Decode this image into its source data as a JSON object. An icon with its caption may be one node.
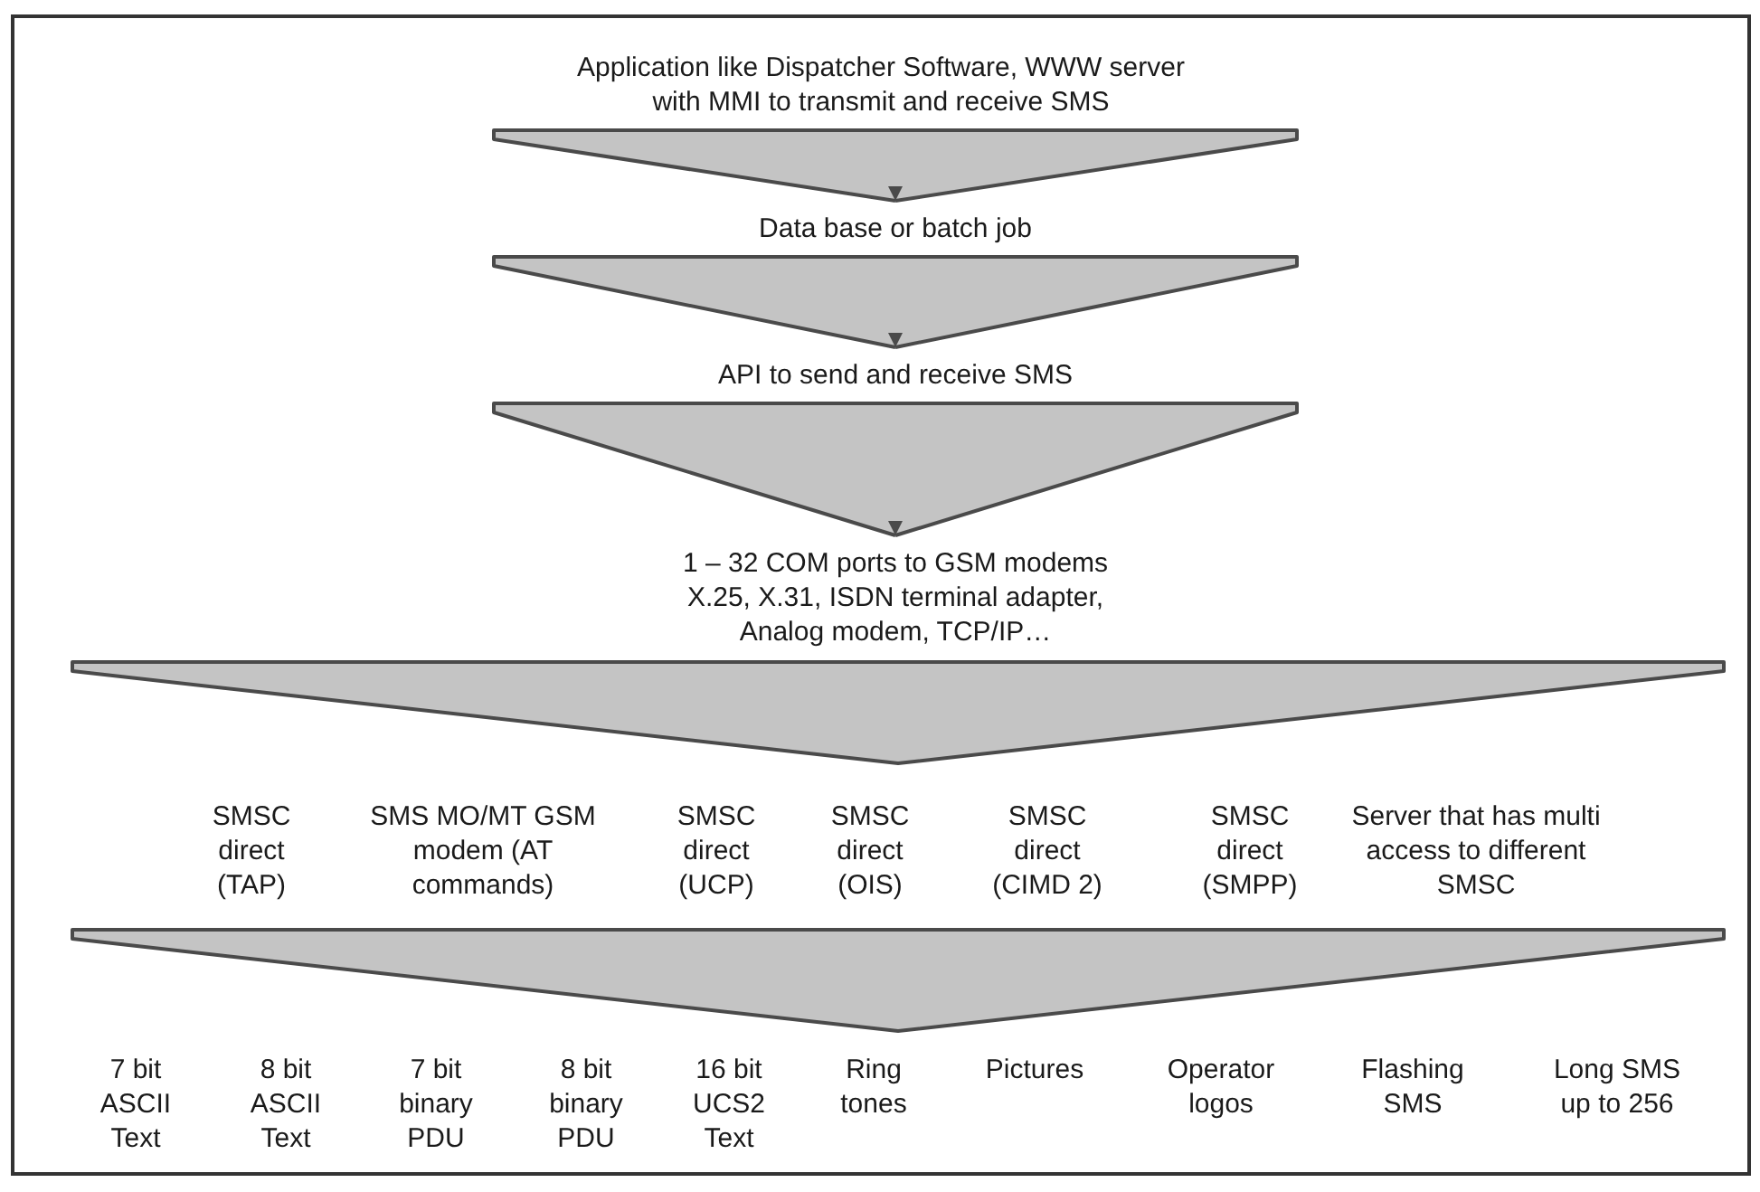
{
  "diagram": {
    "nodes": [
      {
        "text": [
          "Application like Dispatcher Software, WWW server with MMI to transmit and receive SMS"
        ]
      },
      {
        "text": [
          "Data base or batch job"
        ]
      },
      {
        "text": [
          "API to send and receive SMS"
        ]
      },
      {
        "text": [
          "1 – 32 COM ports to GSM modems X.25, X.31, ISDN terminal adapter, Analog modem, TCP/IP…"
        ]
      },
      {
        "text": [
          "SMSC direct (TAP)"
        ]
      },
      {
        "text": [
          "SMS MO/MT GSM modem (AT commands)"
        ]
      },
      {
        "text": [
          "SMSC direct (UCP)"
        ]
      },
      {
        "text": [
          "SMSC direct (OIS)"
        ]
      },
      {
        "text": [
          "SMSC direct (CIMD 2)"
        ]
      },
      {
        "text": [
          "SMSC direct (SMPP)"
        ]
      },
      {
        "text": [
          "Server that has multi access to different SMSC"
        ]
      },
      {
        "text": [
          "7 bit ASCII Text"
        ]
      },
      {
        "text": [
          "8 bit ASCII Text"
        ]
      },
      {
        "text": [
          "7 bit binary PDU"
        ]
      },
      {
        "text": [
          "8 bit binary PDU"
        ]
      },
      {
        "text": [
          "16 bit UCS2 Text"
        ]
      },
      {
        "text": [
          "Ring tones"
        ]
      },
      {
        "text": [
          "Pictures"
        ]
      },
      {
        "text": [
          "Operator logos"
        ]
      },
      {
        "text": [
          "Flashing SMS"
        ]
      },
      {
        "text": [
          "Long SMS up to 256"
        ]
      }
    ],
    "edges": [
      {
        "from": 0,
        "to": 1,
        "arrow": "to"
      },
      {
        "from": 1,
        "to": 2,
        "arrow": "to"
      },
      {
        "from": 2,
        "to": 3,
        "arrow": "to"
      }
    ]
  }
}
